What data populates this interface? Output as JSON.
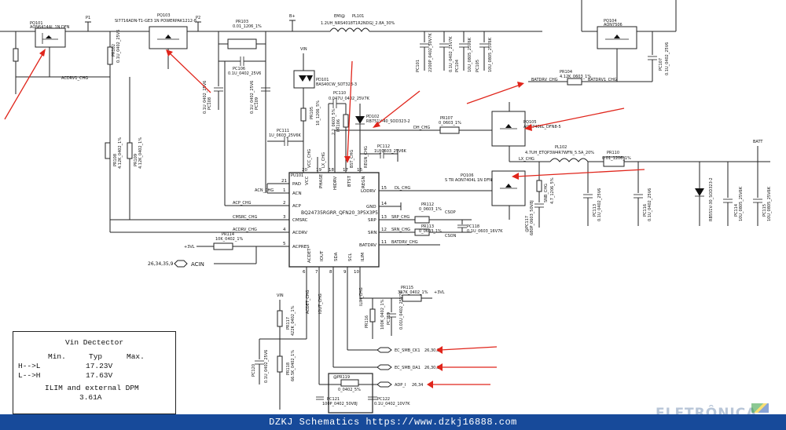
{
  "footer": {
    "text": "DZKJ Schematics https://www.dzkj16888.com"
  },
  "logo": {
    "text": "ELETRÔNICA"
  },
  "vin_detector": {
    "title": "Vin Dectector",
    "col_min": "Min.",
    "col_typ": "Typ",
    "col_max": "Max.",
    "row1_label": "H-->L",
    "row1_typ": "17.23V",
    "row2_label": "L-->H",
    "row2_typ": "17.63V",
    "ilim_label": "ILIM and external DPM",
    "ilim_value": "3.61A"
  },
  "ic": {
    "ref": "PU101",
    "part": "BQ24735RGRR_QFN20_3P5X3P5",
    "pins_left": [
      {
        "num": "21",
        "name": "PAD"
      },
      {
        "num": "1",
        "name": "ACN"
      },
      {
        "num": "2",
        "name": "ACP"
      },
      {
        "num": "3",
        "name": "CMSRC"
      },
      {
        "num": "4",
        "name": "ACDRV"
      },
      {
        "num": "5",
        "name": "ACPRES"
      }
    ],
    "pins_top": [
      {
        "num": "20",
        "name": "VCC"
      },
      {
        "num": "19",
        "name": "PHASE"
      },
      {
        "num": "18",
        "name": "HIDRV"
      },
      {
        "num": "17",
        "name": "BTST"
      },
      {
        "num": "16",
        "name": "REGN"
      }
    ],
    "pins_right": [
      {
        "num": "15",
        "name": "LODRV"
      },
      {
        "num": "14",
        "name": "GND"
      },
      {
        "num": "13",
        "name": "SRP"
      },
      {
        "num": "12",
        "name": "SRN"
      },
      {
        "num": "11",
        "name": "BATDRV"
      }
    ],
    "pins_bottom": [
      {
        "num": "6",
        "name": "ACDET"
      },
      {
        "num": "7",
        "name": "IOUT"
      },
      {
        "num": "8",
        "name": "SDA"
      },
      {
        "num": "9",
        "name": "SCL"
      },
      {
        "num": "10",
        "name": "ILIM"
      }
    ]
  },
  "nets": {
    "p1": "P1",
    "p2": "P2",
    "bplus": "B+",
    "vin": "VIN",
    "vin2": "VIN",
    "batt": "BATT",
    "v3": "+3VL",
    "v3b": "+3VL",
    "acdrv1": "ACDRV1_CHG",
    "batdrv": "BATDRV_CHG",
    "batdrv1": "BATDRV1_CHG",
    "acn": "ACN_CHG",
    "acp": "ACP_CHG",
    "cmsrc": "CMSRC_CHG",
    "acdrv": "ACDRV_CHG",
    "vcc": "VCC_CHG",
    "lx": "LX_CHG",
    "bst": "BST_CHG",
    "regn": "REGN_CHG",
    "dh": "DH_CHG",
    "dl": "DL_CHG",
    "srp": "SRP_CHG",
    "srn": "SRN_CHG",
    "batdrv2": "BATDRV_CHG",
    "lx2": "LX_CHG",
    "csop": "CSOP",
    "cson": "CSON",
    "snb": "SNB_CHG",
    "acin": "ACIN",
    "acin_ref": "26,34,35,9",
    "acdet": "ACDET_CHG",
    "iout": "IOUT_CHG",
    "ilim": "ILIM_CHG",
    "smbck": "EC_SMB_CK1",
    "smbck_ref": "26,30,35",
    "smbda": "EC_SMB_DA1",
    "smbda_ref": "26,30,35",
    "adp": "ADP_I",
    "adp_ref": "26,34"
  },
  "parts": {
    "pq101": "PQ101",
    "pq101v": "AON6414AL 1N DFN",
    "pq103": "PQ103",
    "pq103v": "SI7716ADN-T1-GE3 1N POWERPAK1212-8",
    "pq104": "PQ104",
    "pq104v": "AON7506",
    "pq105": "PQ105",
    "pq105v": "AON7406L_DFN8-5",
    "pq106": "PQ106",
    "pq106v": "S TR AON7404L 1N DFN",
    "pr103": "PR103",
    "pr103v": "0.01_1206_1%",
    "pl101": "PL101",
    "pl101v": "1.2UH_NRS4018T1R2NDGJ_2.8A_30%",
    "emi": "EMI@",
    "pl102": "PL102",
    "pl102v": "4.7UH_ETQP3W4R7WFN_5.5A_20%",
    "pd101": "PD101",
    "pd101v": "BAS40CW_SOT323-3",
    "pd102": "PD102",
    "pd102v": "RB751V-40_SOD323-2",
    "pc106": "PC106",
    "pc106v": "0.1U_0402_25V6",
    "pc110": "PC110",
    "pc110v": "0.047U_0402_25V7K",
    "pc111": "PC111",
    "pc111v": "1U_0603_25V6K",
    "pc112": "PC112",
    "pc112v": "1U_0603_25V6K",
    "pr105": "PR105",
    "pr105v": "10_1206_5%",
    "pr106": "PR106",
    "pr106v": "2.2_0603_5%",
    "pr107": "PR107",
    "pr107v": "0_0603_1%",
    "pr110": "PR110",
    "pr110v": "0.01_1206_1%",
    "pr112": "PR112",
    "pr112v": "0_0603_1%",
    "pr113": "PR113",
    "pr113v": "0_0603_1%",
    "pc118": "PC118",
    "pc118v": "0.1U_0603_16V7K",
    "pr114": "PR114",
    "pr114v": "10K_0402_1%",
    "pr115": "PR115",
    "pr115v": "357K_0402_1%",
    "pr116": "PR116",
    "pr116v": "100K_0402_1%",
    "pr117": "PR117",
    "pr117v": "422K_0402_1%",
    "pr118": "PR118",
    "pr118v": "66.5K_0402_1%",
    "pr119": "@PR119",
    "pr119v": "0_0402_5%",
    "pc119": "PC119",
    "pc119v": "0.01U_0402_25V7K",
    "pc120": "PC120",
    "pc120v": "0.1U_0402_25V6",
    "pc121": "PC121",
    "pc121v": "100P_0402_50V8J",
    "pc122": "PC122",
    "pc122v": "0.1U_0402_10V7K",
    "pr104": "PR104",
    "pr104v": "4.12K_0603_1%",
    "pr101": "PR101",
    "pr108": "PR108",
    "pr109": "PR109",
    "pr102": "PR102",
    "pr102v": "0.1U_0402_25V6",
    "pr108v": "4.12K_0402_1%",
    "pr109v": "4.12K_0402_1%",
    "pc101": "PC101",
    "pc101v": "2200P_0402_50V7K",
    "pc103": "PC103",
    "pc103v": "0.1U_0402_25V7K",
    "pc104": "PC104",
    "pc104v": "10U_0805_25V6K",
    "pc105": "PC105",
    "pc105v": "10U_0805_25V6K",
    "pc108": "PC108",
    "pc108v": "0.1U_0402_25V6",
    "pc109": "PC109",
    "pc109v": "0.1U_0402_25V6",
    "pc113": "PC113",
    "pc113v": "0.1U_0402_25V6",
    "pc115": "PC115",
    "pc115v": "10U_0805_25V6K",
    "pc114": "PC114",
    "pc114v": "10U_0805_25V6K",
    "pc116": "PC116",
    "pc116v": "0.1U_0402_25V6",
    "pd103": "PD103",
    "pd103v": "RB551V-30_SOD323-2",
    "pr111": "@PR111",
    "pr111v": "4.7_1206_5%",
    "pc117": "@PC117",
    "pc117v": "680P_0603_50V8J",
    "pc107": "PC107",
    "pc107v": "0.1U_0402_25V6"
  }
}
